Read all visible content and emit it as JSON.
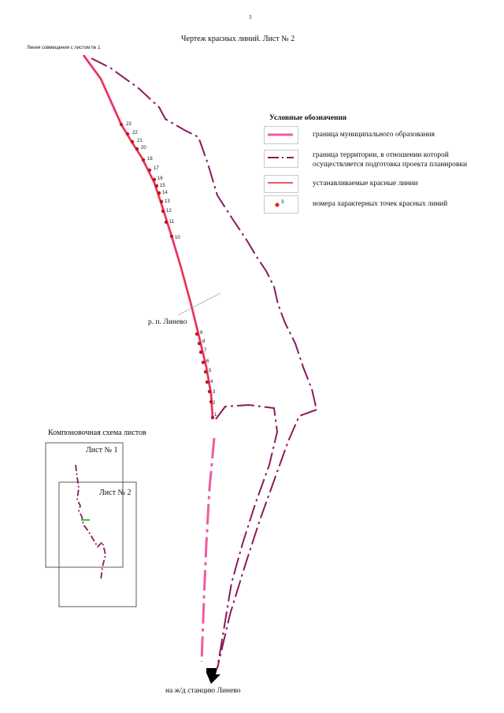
{
  "page_number": "3",
  "title": "Чертеж красных линий. Лист № 2",
  "match_line_label": "Линия совмещения с листом № 1",
  "settlement_label": "р. п. Линево",
  "station_label": "на ж/д станцию Линево",
  "legend": {
    "title": "Условные обозначения",
    "items": [
      {
        "label": "граница муниципального образования"
      },
      {
        "label": "граница территории, в отношении которой осуществляется подготовка проекта планировки"
      },
      {
        "label": "устанавливаемые красные линии"
      },
      {
        "label": "номера характерных точек красных линий",
        "sample_number": "3"
      }
    ]
  },
  "layout_scheme": {
    "title": "Компоновочная схема листов",
    "sheet1": "Лист № 1",
    "sheet2": "Лист № 2"
  },
  "point_numbers": [
    "1",
    "2",
    "3",
    "4",
    "5",
    "6",
    "7",
    "8",
    "9",
    "10",
    "11",
    "12",
    "13",
    "14",
    "15",
    "16",
    "17",
    "18",
    "20",
    "21",
    "22",
    "23"
  ],
  "colors": {
    "municipal_boundary": "#ef5ba1",
    "territory_boundary": "#8b1a5e",
    "red_line": "#e3261c",
    "point": "#c01818",
    "highlight": "#33cc33"
  }
}
